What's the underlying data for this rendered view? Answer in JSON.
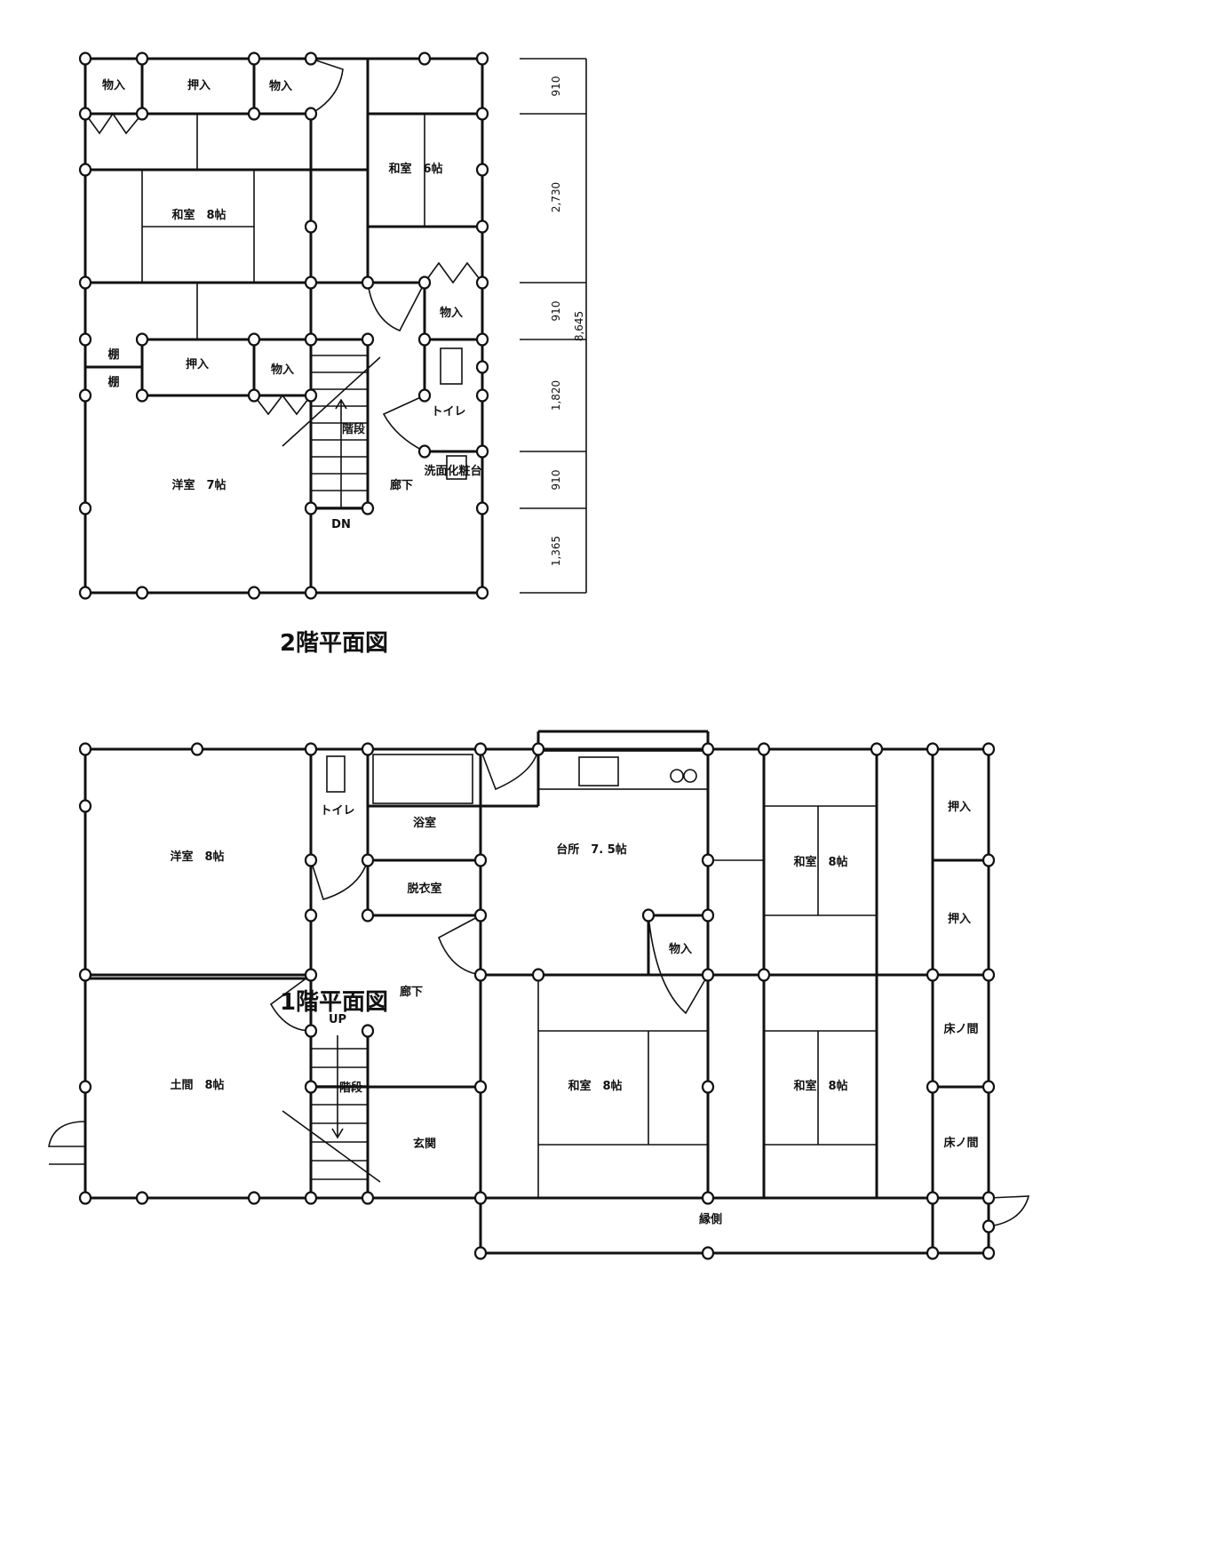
{
  "floor2": {
    "title": "2階平面図",
    "rooms": {
      "storage_tl": "物入",
      "oshiire_top": "押入",
      "storage_top": "物入",
      "washitsu6": "和室　6帖",
      "washitsu8": "和室　8帖",
      "storage_right": "物入",
      "shelf_upper": "棚",
      "shelf_lower": "棚",
      "oshiire_mid": "押入",
      "storage_mid": "物入",
      "toilet": "トイレ",
      "stairs": "階段",
      "washbasin": "洗面化粧台",
      "youshitsu7": "洋室　7帖",
      "hallway": "廊下",
      "down": "DN"
    },
    "dimensions": [
      "910",
      "2,730",
      "910",
      "1,820",
      "910",
      "1,365"
    ],
    "total_dimension": "8,645"
  },
  "floor1": {
    "title": "1階平面図",
    "rooms": {
      "youshitsu8": "洋室　8帖",
      "toilet": "トイレ",
      "bath": "浴室",
      "dressing": "脱衣室",
      "kitchen": "台所　7. 5帖",
      "washitsu8_upper": "和室　8帖",
      "oshiire_1": "押入",
      "oshiire_2": "押入",
      "storage": "物入",
      "hallway": "廊下",
      "up": "UP",
      "doma": "土間　8帖",
      "stairs": "階段",
      "entrance": "玄関",
      "washitsu8_left": "和室　8帖",
      "washitsu8_right": "和室　8帖",
      "tokonoma_1": "床ノ間",
      "tokonoma_2": "床ノ間",
      "engawa": "縁側"
    }
  }
}
